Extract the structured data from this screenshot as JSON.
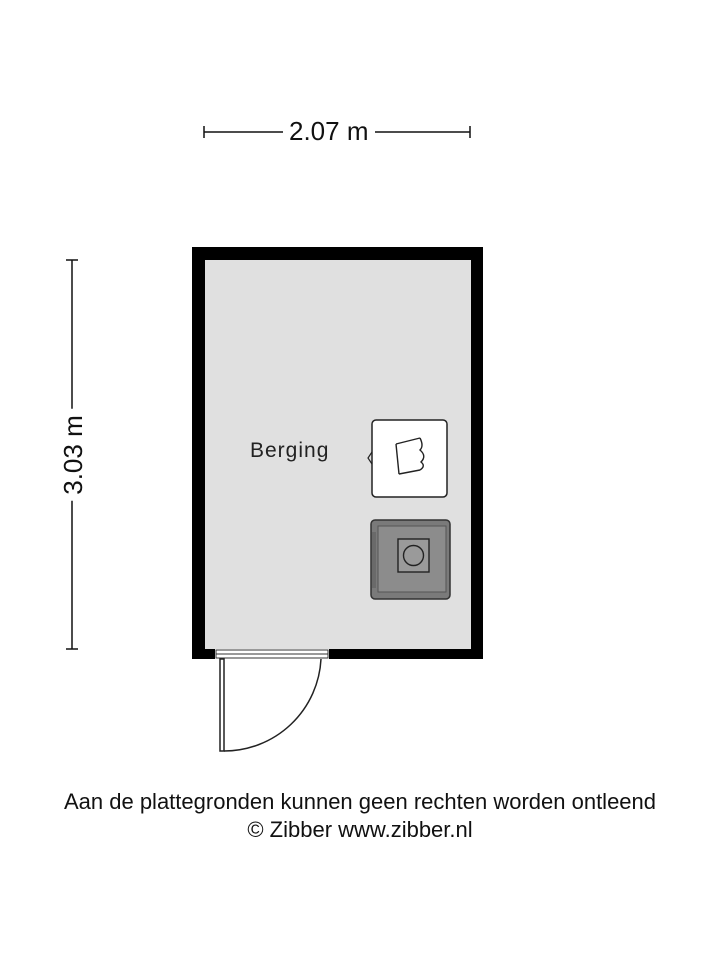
{
  "dimensions": {
    "width_label": "2.07 m",
    "height_label": "3.03 m"
  },
  "rooms": [
    {
      "label": "Berging"
    }
  ],
  "fixtures": {
    "dryer_icon": "tumble-dryer-icon",
    "washer_icon": "washing-machine-icon"
  },
  "footer": {
    "disclaimer": "Aan de plattegronden kunnen geen rechten worden ontleend",
    "copyright": "© Zibber www.zibber.nl"
  },
  "colors": {
    "wall": "#000000",
    "floor": "#e0e0e0",
    "washer": "#7a7a7a"
  }
}
